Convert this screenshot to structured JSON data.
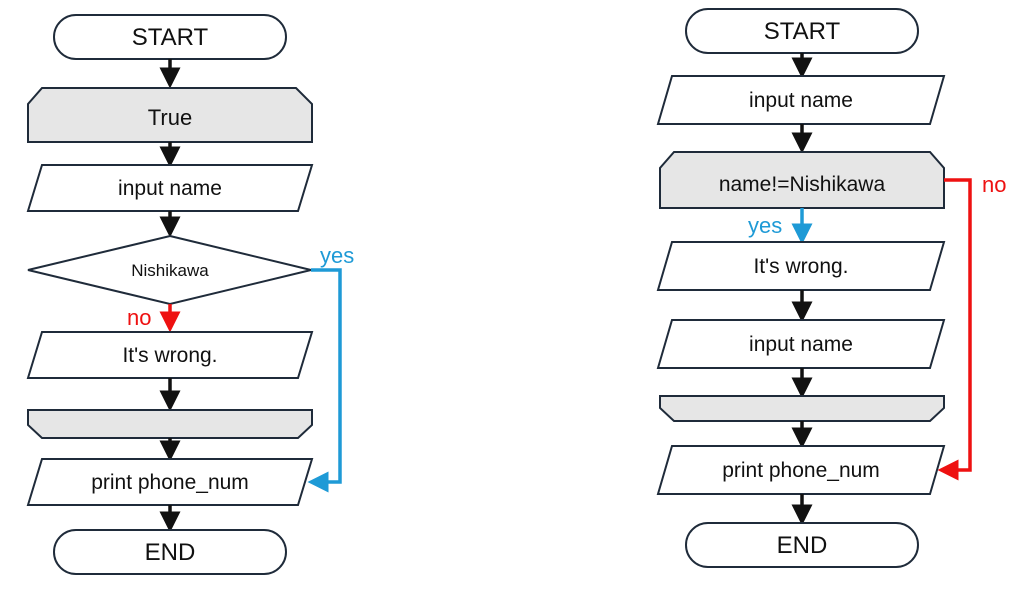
{
  "left_flowchart": {
    "start": "START",
    "loop_start": "True",
    "input": "input name",
    "decision": "Nishikawa",
    "yes_label": "yes",
    "no_label": "no",
    "wrong_output": "It's wrong.",
    "loop_end": "",
    "print": "print phone_num",
    "end": "END"
  },
  "right_flowchart": {
    "start": "START",
    "input_first": "input name",
    "loop_condition": "name!=Nishikawa",
    "no_label": "no",
    "yes_label": "yes",
    "wrong_output": "It's wrong.",
    "input_again": "input name",
    "loop_end": "",
    "print": "print phone_num",
    "end": "END"
  },
  "colors": {
    "yes_branch": "#1e9ad6",
    "no_branch": "#ee1111",
    "loop_fill": "#e6e6e6"
  }
}
